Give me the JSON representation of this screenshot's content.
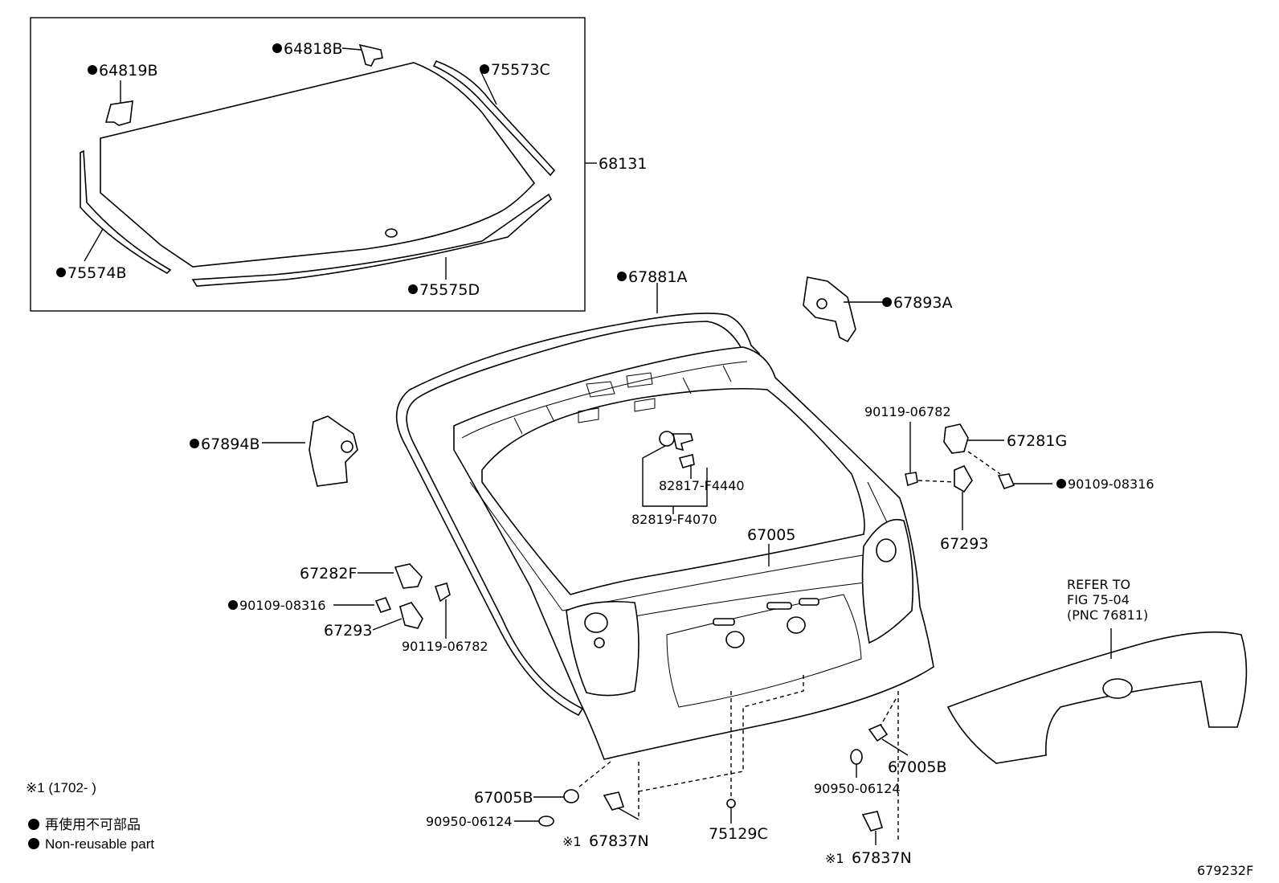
{
  "labels": {
    "p64818B": "64818B",
    "p64819B": "64819B",
    "p75573C": "75573C",
    "p68131": "68131",
    "p75574B": "75574B",
    "p75575D": "75575D",
    "p67881A": "67881A",
    "p67893A": "67893A",
    "p67894B": "67894B",
    "p90119_06782_r": "90119-06782",
    "p67281G": "67281G",
    "p82817": "82817-F4440",
    "p82819": "82819-F4070",
    "p90109_08316_r": "90109-08316",
    "p67293_r": "67293",
    "p67005": "67005",
    "p67282F": "67282F",
    "p90109_08316_l": "90109-08316",
    "p67293_l": "67293",
    "p90119_06782_l": "90119-06782",
    "refer1": "REFER TO",
    "refer2": "FIG 75-04",
    "refer3": "(PNC 76811)",
    "p67005B_l": "67005B",
    "p90950_06124_l": "90950-06124",
    "p67837N_l": "67837N",
    "p75129C": "75129C",
    "p67005B_r": "67005B",
    "p90950_06124_r": "90950-06124",
    "p67837N_r": "67837N",
    "note_mark_l": "※1",
    "note_mark_r": "※1"
  },
  "legend": {
    "note": "※1 (1702-      )",
    "jp": "再使用不可部品",
    "en": "Non-reusable part"
  },
  "figure_code": "679232F"
}
